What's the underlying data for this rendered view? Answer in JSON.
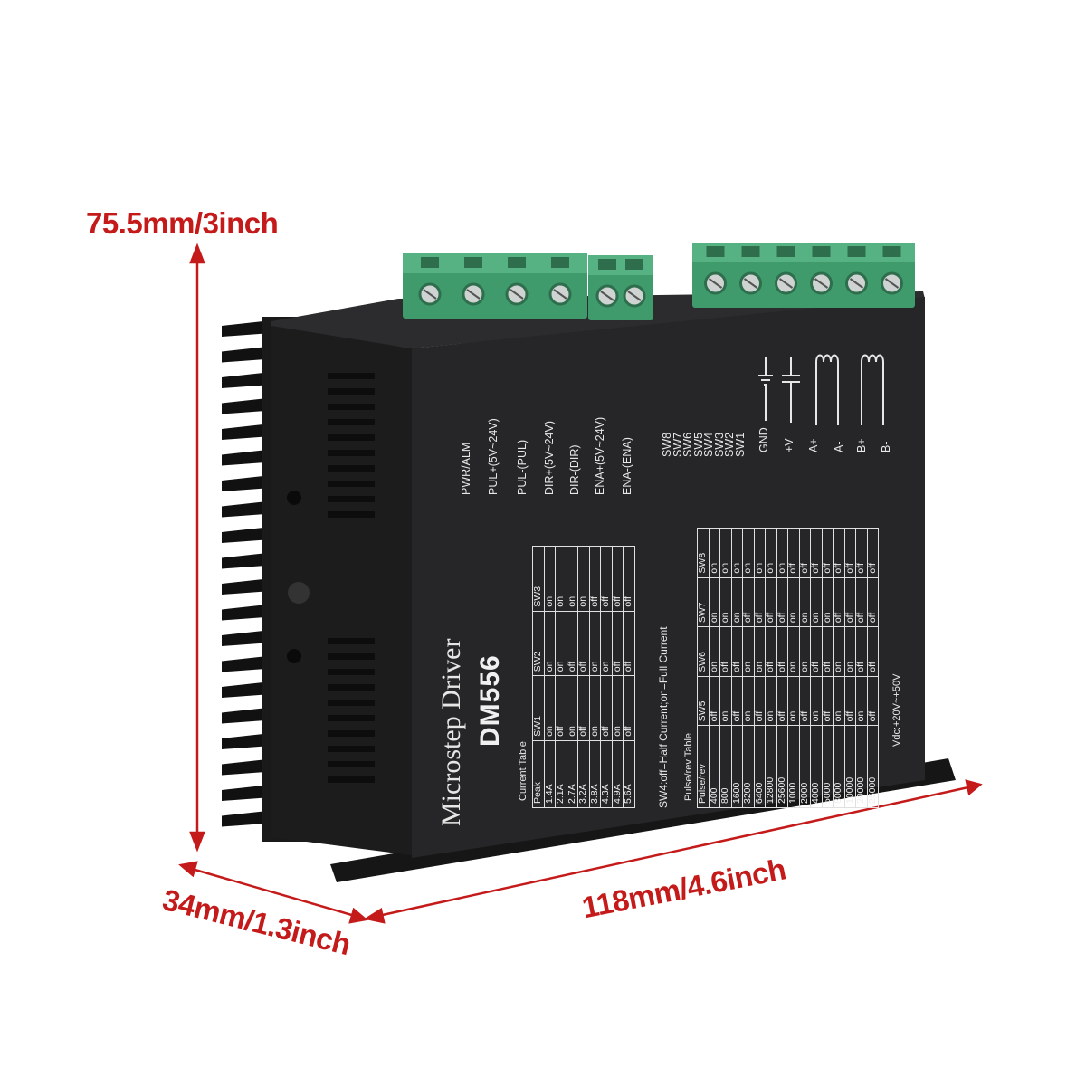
{
  "dimensions": {
    "height_label": "75.5mm/3inch",
    "depth_label": "34mm/1.3inch",
    "length_label": "118mm/4.6inch",
    "color": "#c41a1a"
  },
  "product": {
    "title": "Microstep Driver",
    "model": "DM556",
    "body_color": "#1f1f21",
    "connector_color": "#3f9a6c"
  },
  "signal_labels": [
    "PWR/ALM",
    "PUL+(5V~24V)",
    "PUL-(PUL)",
    "DIR+(5V~24V)",
    "DIR-(DIR)",
    "ENA+(5V~24V)",
    "ENA-(ENA)"
  ],
  "switch_labels": [
    "SW8",
    "SW7",
    "SW6",
    "SW5",
    "SW4",
    "SW3",
    "SW2",
    "SW1"
  ],
  "power_labels": [
    "GND",
    "+V",
    "A+",
    "A-",
    "B+",
    "B-"
  ],
  "current_table": {
    "title": "Current Table",
    "headers": [
      "Peak",
      "SW1",
      "SW2",
      "SW3"
    ],
    "rows": [
      [
        "1.4A",
        "on",
        "on",
        "on"
      ],
      [
        "2.1A",
        "off",
        "on",
        "on"
      ],
      [
        "2.7A",
        "on",
        "off",
        "on"
      ],
      [
        "3.2A",
        "off",
        "off",
        "on"
      ],
      [
        "3.8A",
        "on",
        "on",
        "off"
      ],
      [
        "4.3A",
        "off",
        "on",
        "off"
      ],
      [
        "4.9A",
        "on",
        "off",
        "off"
      ],
      [
        "5.6A",
        "off",
        "off",
        "off"
      ]
    ],
    "note": "SW4:off=Half Current;on=Full Current"
  },
  "pulse_table": {
    "title": "Pulse/rev Table",
    "headers": [
      "Pulse/rev",
      "SW5",
      "SW6",
      "SW7",
      "SW8"
    ],
    "rows": [
      [
        "400",
        "off",
        "on",
        "on",
        "on"
      ],
      [
        "800",
        "on",
        "off",
        "on",
        "on"
      ],
      [
        "1600",
        "off",
        "off",
        "on",
        "on"
      ],
      [
        "3200",
        "on",
        "on",
        "off",
        "on"
      ],
      [
        "6400",
        "off",
        "on",
        "off",
        "on"
      ],
      [
        "12800",
        "on",
        "off",
        "off",
        "on"
      ],
      [
        "25600",
        "off",
        "off",
        "off",
        "on"
      ],
      [
        "1000",
        "on",
        "on",
        "on",
        "off"
      ],
      [
        "2000",
        "off",
        "on",
        "on",
        "off"
      ],
      [
        "4000",
        "on",
        "off",
        "on",
        "off"
      ],
      [
        "5000",
        "off",
        "off",
        "on",
        "off"
      ],
      [
        "8000",
        "on",
        "on",
        "off",
        "off"
      ],
      [
        "10000",
        "off",
        "on",
        "off",
        "off"
      ],
      [
        "20000",
        "on",
        "off",
        "off",
        "off"
      ],
      [
        "25000",
        "off",
        "off",
        "off",
        "off"
      ]
    ],
    "note": "Vdc:+20V~+50V"
  }
}
